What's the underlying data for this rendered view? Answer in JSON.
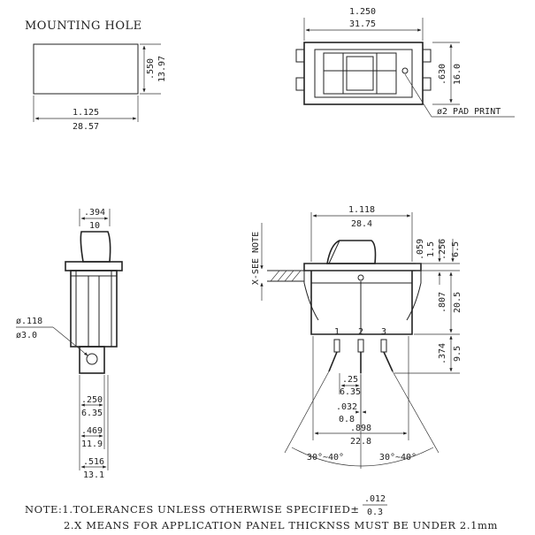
{
  "drawing": {
    "mounting_hole": {
      "title": "MOUNTING HOLE",
      "height_in": ".550",
      "height_mm": "13.97",
      "width_in": "1.125",
      "width_mm": "28.57"
    },
    "top_view": {
      "width_in": "1.250",
      "width_mm": "31.75",
      "height_in": ".630",
      "height_mm": "16.0",
      "pad_print": "ø2 PAD PRINT"
    },
    "side_view": {
      "top_width_in": ".394",
      "top_width_mm": "10",
      "hole_dia_in": "ø.118",
      "hole_dia_mm": "ø3.0",
      "dim_250_in": ".250",
      "dim_250_mm": "6.35",
      "dim_469_in": ".469",
      "dim_469_mm": "11.9",
      "dim_516_in": ".516",
      "dim_516_mm": "13.1"
    },
    "front_view": {
      "width_in": "1.118",
      "width_mm": "28.4",
      "see_note": "X-SEE NOTE",
      "dim_059_in": ".059",
      "dim_059_mm": "1.5",
      "dim_256_in": ".256",
      "dim_256_mm": "6.5",
      "dim_807_in": ".807",
      "dim_807_mm": "20.5",
      "dim_374_in": ".374",
      "dim_374_mm": "9.5",
      "terminal_1": "1",
      "terminal_2": "2",
      "terminal_3": "3",
      "dim_25_in": ".25",
      "dim_25_mm": "6.35",
      "dim_032_in": ".032",
      "dim_032_mm": "0.8",
      "dim_898_in": ".898",
      "dim_898_mm": "22.8",
      "angle_left": "30°~40°",
      "angle_right": "30°~40°"
    },
    "notes": {
      "line1_prefix": "NOTE:1.TOLERANCES UNLESS OTHERWISE SPECIFIED±",
      "tol_top": ".012",
      "tol_bottom": "0.3",
      "line2": "2.X MEANS FOR APPLICATION PANEL THICKNSS MUST BE UNDER 2.1mm"
    }
  }
}
